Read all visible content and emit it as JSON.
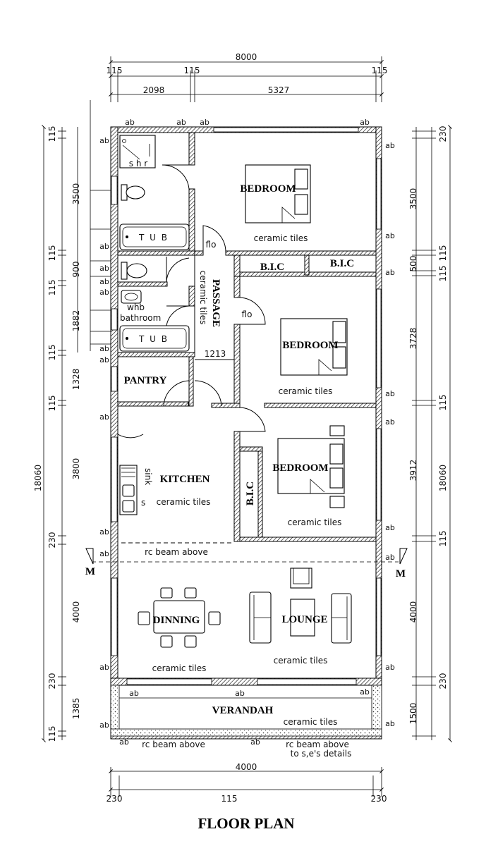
{
  "title": "FLOOR PLAN",
  "dimensions_top": {
    "overall": "8000",
    "left_wall": "115",
    "mid_wall": "115",
    "right_wall": "115",
    "left_span": "2098",
    "right_span": "5327"
  },
  "dimensions_left": [
    "115",
    "3500",
    "115",
    "900",
    "115",
    "1882",
    "115",
    "1328",
    "115",
    "3800",
    "230",
    "4000",
    "230",
    "1385",
    "115"
  ],
  "dimension_left_overall": "18060",
  "dimensions_right": [
    "230",
    "3500",
    "115",
    "500",
    "115",
    "3728",
    "115",
    "3912",
    "115",
    "4000",
    "230",
    "1500"
  ],
  "dimension_right_overall": "18060",
  "dimensions_bottom": {
    "overall": "4000",
    "left": "230",
    "middle": "115",
    "right": "230"
  },
  "passage_width": "1213",
  "rooms": {
    "bedroom1": "BEDROOM",
    "bedroom2": "BEDROOM",
    "bedroom3": "BEDROOM",
    "bic1": "B.I.C",
    "bic2": "B.I.C",
    "bic3": "B.I.C",
    "passage": "PASSAGE",
    "pantry": "PANTRY",
    "kitchen": "KITCHEN",
    "dinning": "DINNING",
    "lounge": "LOUNGE",
    "verandah": "VERANDAH"
  },
  "labels": {
    "ceramic": "ceramic tiles",
    "passage_ceramic": "ceramic tiles",
    "flo1": "flo",
    "flo2": "flo",
    "tub1": "T U B",
    "tub2": "T U B",
    "shower": "s h r",
    "whb": "whb",
    "bathroom": "bathroom",
    "sink": "sink",
    "sink_s": "s",
    "rc_beam_1": "rc beam above",
    "rc_beam_2": "rc beam above",
    "rc_beam_3": "rc beam above",
    "se_details": "to s,e's details",
    "section": "M",
    "ab": "ab"
  }
}
